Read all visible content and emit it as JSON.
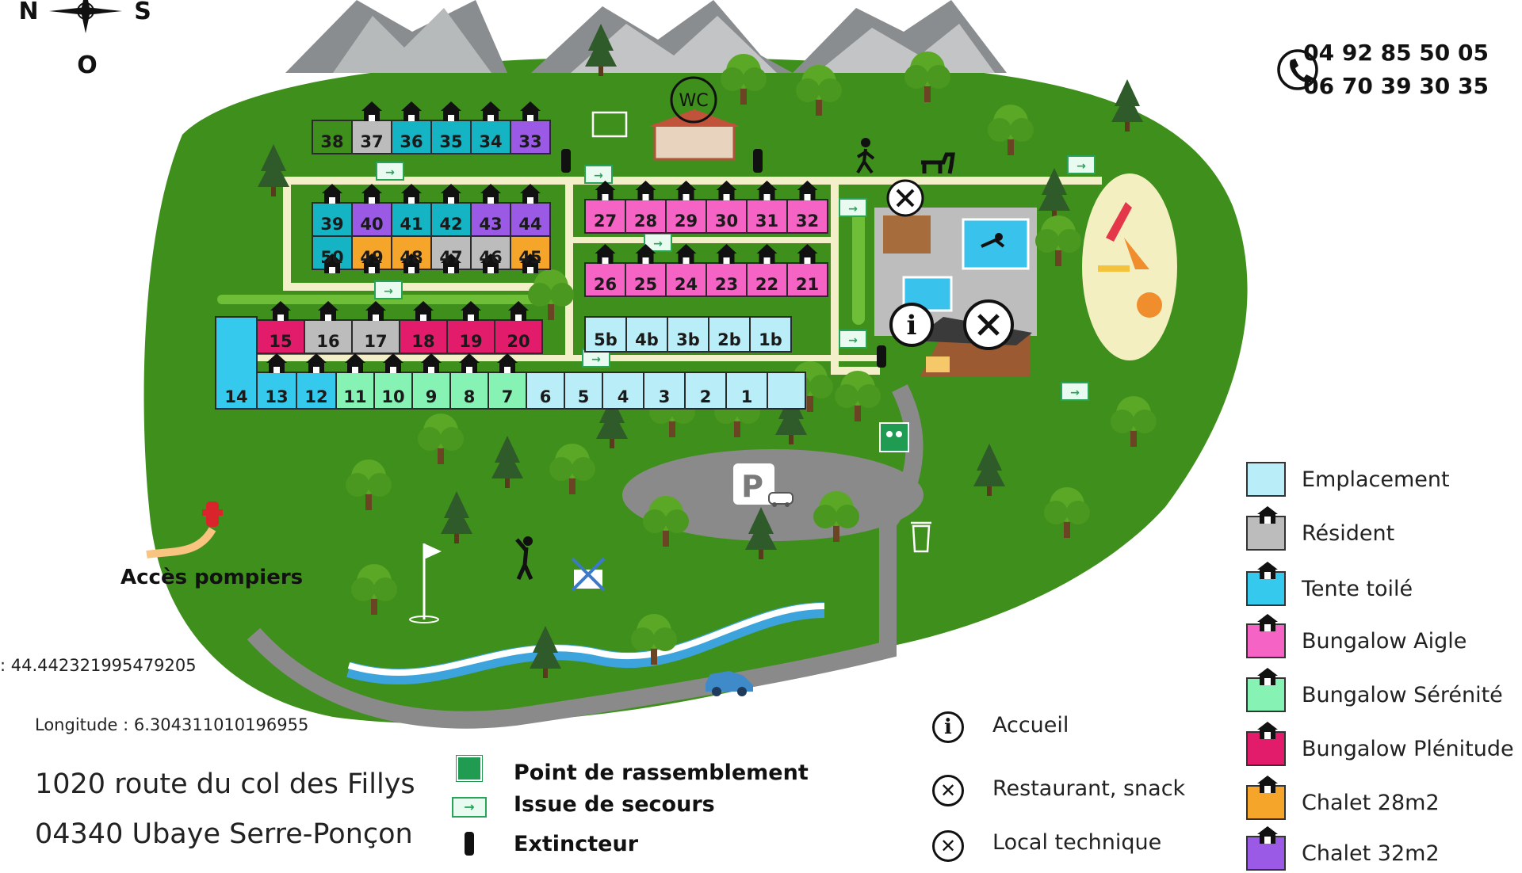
{
  "compass": {
    "north": "N",
    "south": "S",
    "west": "O"
  },
  "contact": {
    "phone_1": "04 92 85 50 05",
    "phone_2": "06 70 39 30 35"
  },
  "coordinates": {
    "latitude_partial": ": 44.442321995479205",
    "longitude": "Longitude : 6.304311010196955"
  },
  "address": {
    "line_1": "1020 route du col des Fillys",
    "line_2": "04340 Ubaye Serre-Ponçon"
  },
  "map_labels": {
    "wc": "WC",
    "parking": "P",
    "fire_access": "Accès  pompiers"
  },
  "colors": {
    "grass": "#3f8f1c",
    "path": "#f3efc8",
    "emplacement": "#b9eef8",
    "resident": "#bcbcbc",
    "tente_toile": "#36c9ee",
    "bungalow_aigle": "#f564c4",
    "bungalow_serenite": "#86f2b4",
    "bungalow_plenitude": "#e21b6a",
    "chalet_28": "#f5a52a",
    "chalet_32": "#9a5ae6",
    "teal": "#14b4c4"
  },
  "lots": {
    "row_a": [
      "38",
      "37",
      "36",
      "35",
      "34",
      "33"
    ],
    "row_b_top": [
      "39",
      "40",
      "41",
      "42",
      "43",
      "44"
    ],
    "row_b_bottom": [
      "50",
      "49",
      "48",
      "47",
      "46",
      "45"
    ],
    "row_c_top": [
      "27",
      "28",
      "29",
      "30",
      "31",
      "32"
    ],
    "row_c_bottom": [
      "26",
      "25",
      "24",
      "23",
      "22",
      "21"
    ],
    "row_d": [
      "5b",
      "4b",
      "3b",
      "2b",
      "1b"
    ],
    "row_e_top": [
      "15",
      "16",
      "17",
      "18",
      "19",
      "20"
    ],
    "row_e_bottom": [
      "13",
      "12",
      "11",
      "10",
      "9",
      "8",
      "7",
      "6",
      "5",
      "4",
      "3",
      "2",
      "1"
    ],
    "lot_14": "14"
  },
  "safety_legend": [
    {
      "label": "Point de rassemblement",
      "icon": "assembly-point-icon"
    },
    {
      "label": "Issue de secours",
      "icon": "emergency-exit-icon"
    },
    {
      "label": "Extincteur",
      "icon": "fire-extinguisher-icon"
    }
  ],
  "services_legend": [
    {
      "label": "Accueil",
      "icon": "info-icon"
    },
    {
      "label": "Restaurant, snack",
      "icon": "fork-knife-icon"
    },
    {
      "label": "Local technique",
      "icon": "tools-icon"
    }
  ],
  "type_legend": [
    {
      "label": "Emplacement",
      "color": "#b9eef8",
      "icon": "none"
    },
    {
      "label": "Résident",
      "color": "#bcbcbc",
      "icon": "house-icon"
    },
    {
      "label": "Tente toilé",
      "color": "#36c9ee",
      "icon": "tent-icon"
    },
    {
      "label": "Bungalow Aigle",
      "color": "#f564c4",
      "icon": "house-icon"
    },
    {
      "label": "Bungalow Sérénité",
      "color": "#86f2b4",
      "icon": "house-icon"
    },
    {
      "label": "Bungalow Plénitude",
      "color": "#e21b6a",
      "icon": "house-icon"
    },
    {
      "label": "Chalet 28m2",
      "color": "#f5a52a",
      "icon": "house-icon"
    },
    {
      "label": "Chalet 32m2",
      "color": "#9a5ae6",
      "icon": "house-icon"
    }
  ]
}
